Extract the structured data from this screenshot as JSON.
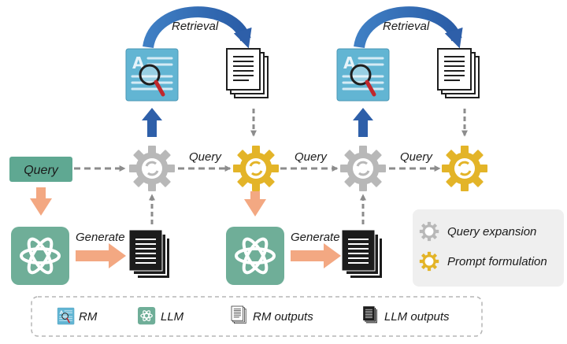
{
  "query_box": "Query",
  "edges": {
    "retrieval_1": "Retrieval",
    "retrieval_2": "Retrieval",
    "query_1": "Query",
    "query_2": "Query",
    "query_3": "Query",
    "generate_1": "Generate",
    "generate_2": "Generate"
  },
  "legend_right": {
    "query_expansion": "Query expansion",
    "prompt_formulation": "Prompt formulation"
  },
  "legend_bottom": {
    "rm": "RM",
    "llm": "LLM",
    "rm_outputs": "RM outputs",
    "llm_outputs": "LLM outputs"
  },
  "colors": {
    "query_box": "#5fa892",
    "llm_tile": "#6fae98",
    "rm_tile": "#62b5d3",
    "gear_gray": "#b8b8b8",
    "gear_gold": "#e3b428",
    "blue_arrow": "#2e5fa9",
    "peach_arrow": "#f3a882",
    "dashed_arrow": "#8c8c8c"
  },
  "icons": {
    "rm": "magnifier-document-icon",
    "llm": "openai-knot-icon",
    "rm_outputs": "document-stack-icon",
    "llm_outputs": "dark-document-stack-icon",
    "query_expansion": "gray-gear-icon",
    "prompt_formulation": "gold-gear-icon"
  }
}
